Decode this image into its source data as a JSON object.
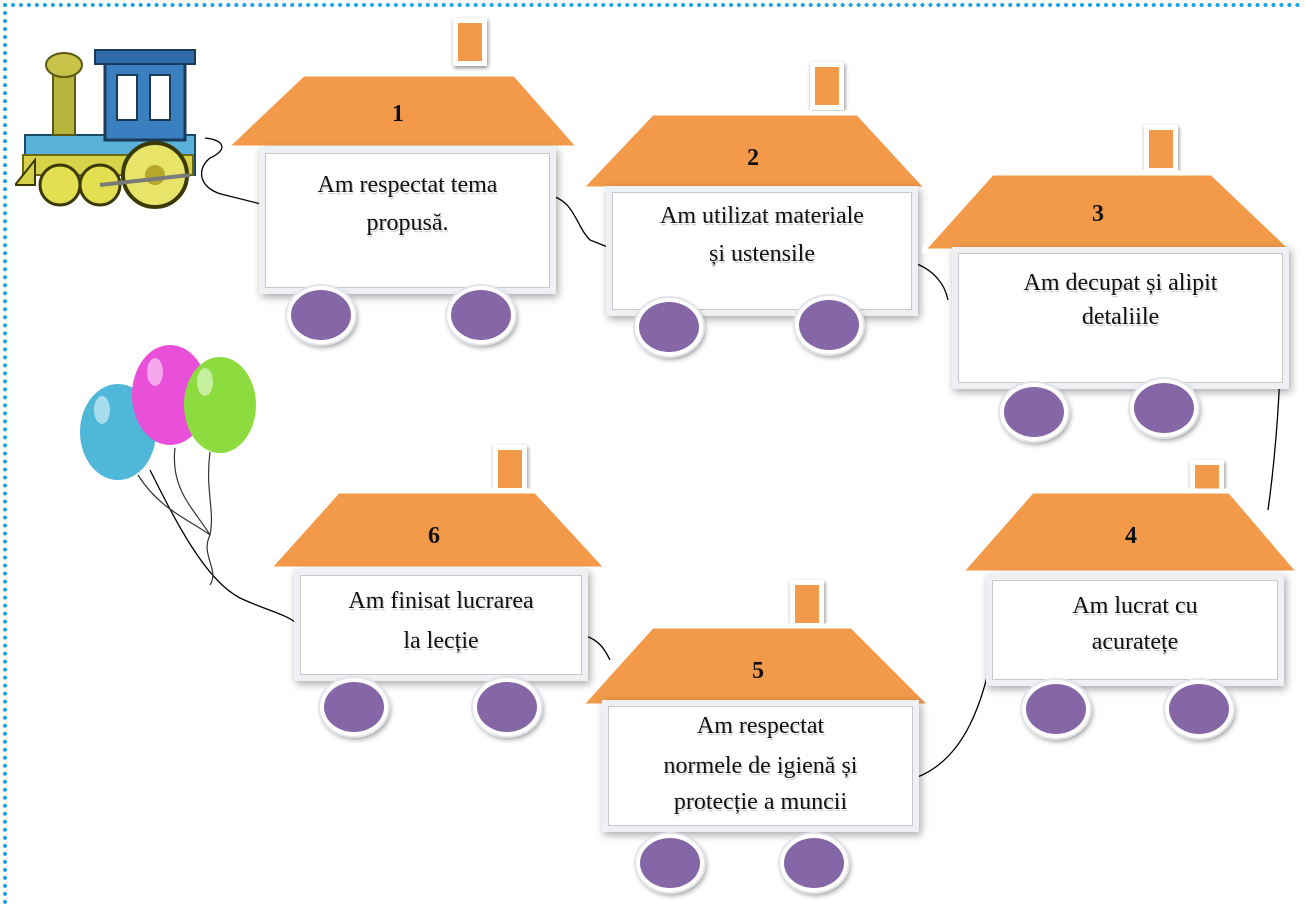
{
  "wagons": [
    {
      "id": "1",
      "number": "1",
      "text_line1": "Am respectat tema",
      "text_line2": "propusă."
    },
    {
      "id": "2",
      "number": "2",
      "text_line1": "Am utilizat materiale",
      "text_line2": "și ustensile"
    },
    {
      "id": "3",
      "number": "3",
      "text_line1": "Am decupat și alipit",
      "text_line2": "detaliile"
    },
    {
      "id": "4",
      "number": "4",
      "text_line1": "Am lucrat cu",
      "text_line2": "acuratețe"
    },
    {
      "id": "5",
      "number": "5",
      "text_line1": "Am respectat",
      "text_line2": "normele de igienă și",
      "text_line3": "protecție a muncii"
    },
    {
      "id": "6",
      "number": "6",
      "text_line1": "Am finisat lucrarea",
      "text_line2": "la lecție"
    }
  ],
  "colors": {
    "roof": "#f29a4a",
    "wheel": "#8566a7",
    "border": "#1aa6e6",
    "balloon_blue": "#4fb8d8",
    "balloon_pink": "#e94fd8",
    "balloon_green": "#8ddc3f"
  },
  "icons": [
    "locomotive-icon",
    "balloons-icon"
  ]
}
